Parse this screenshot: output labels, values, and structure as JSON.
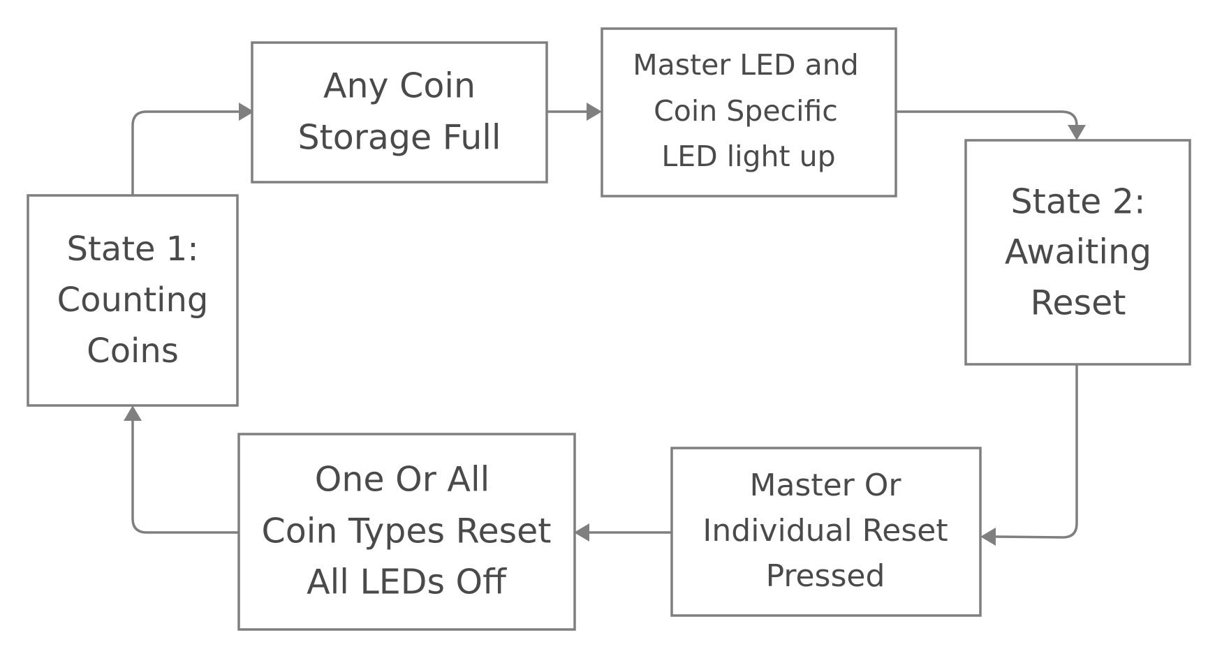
{
  "diagram": {
    "nodes": [
      {
        "id": "state1",
        "lines": [
          "State 1:",
          "Counting",
          "Coins"
        ]
      },
      {
        "id": "storage_full",
        "lines": [
          "Any Coin",
          "Storage Full"
        ]
      },
      {
        "id": "led_light",
        "lines": [
          "Master LED and",
          "Coin Specific",
          "LED light up"
        ]
      },
      {
        "id": "state2",
        "lines": [
          "State 2:",
          "Awaiting",
          "Reset"
        ]
      },
      {
        "id": "reset_pressed",
        "lines": [
          "Master Or",
          "Individual Reset",
          "Pressed"
        ]
      },
      {
        "id": "reset_done",
        "lines": [
          "One Or All",
          "Coin Types Reset",
          "All LEDs Off"
        ]
      }
    ],
    "edges": [
      {
        "from": "state1",
        "to": "storage_full"
      },
      {
        "from": "storage_full",
        "to": "led_light"
      },
      {
        "from": "led_light",
        "to": "state2"
      },
      {
        "from": "state2",
        "to": "reset_pressed"
      },
      {
        "from": "reset_pressed",
        "to": "reset_done"
      },
      {
        "from": "reset_done",
        "to": "state1"
      }
    ]
  }
}
